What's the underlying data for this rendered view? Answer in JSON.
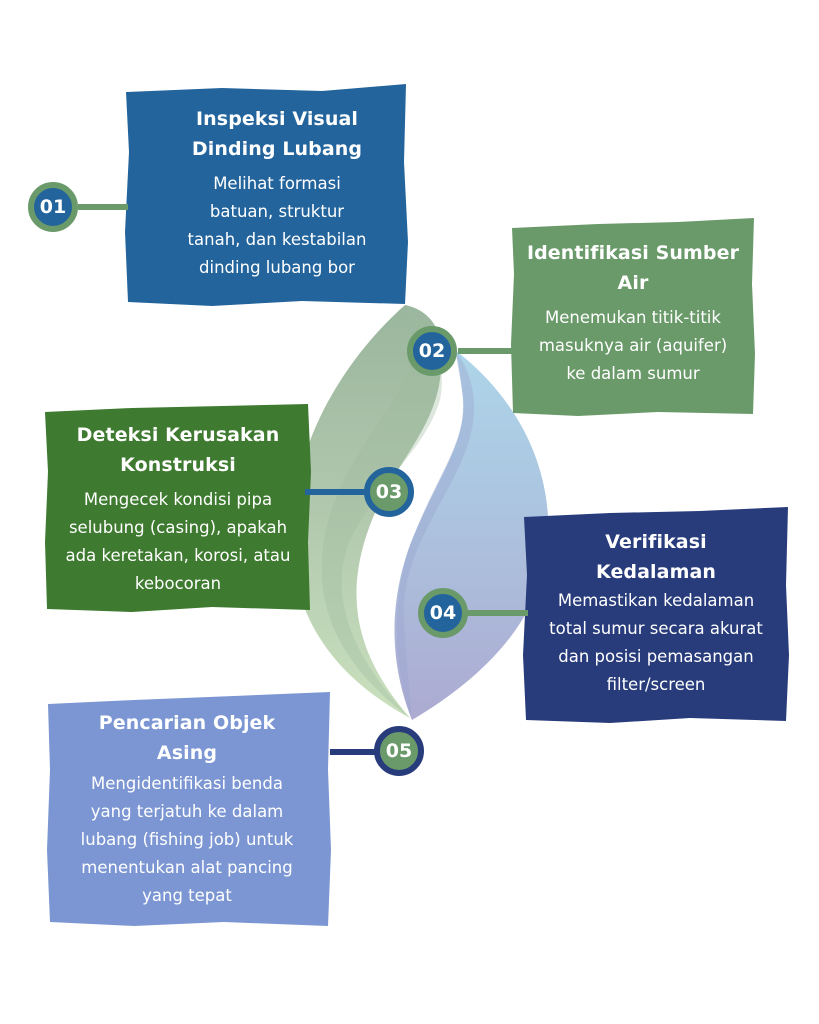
{
  "steps": [
    {
      "number": "01",
      "title": "Inspeksi Visual Dinding Lubang",
      "title_lines": [
        "Inspeksi Visual",
        "Dinding Lubang"
      ],
      "description": "Melihat formasi batuan, struktur tanah, dan kestabilan dinding lubang bor",
      "desc_lines": [
        "Melihat formasi",
        "batuan, struktur",
        "tanah, dan kestabilan",
        "dinding lubang bor"
      ],
      "card_color": "#23649c",
      "badge_fill": "#23649c",
      "badge_ring": "#6a9a6a",
      "connector_color": "#6a9a6a"
    },
    {
      "number": "02",
      "title": "Identifikasi Sumber Air",
      "title_lines": [
        "Identifikasi Sumber",
        "Air"
      ],
      "description": "Menemukan titik-titik masuknya air (aquifer) ke dalam sumur",
      "desc_lines": [
        "Menemukan titik-titik",
        "masuknya air (aquifer)",
        "ke dalam sumur"
      ],
      "card_color": "#6a9a6a",
      "badge_fill": "#23649c",
      "badge_ring": "#6a9a6a",
      "connector_color": "#6a9a6a"
    },
    {
      "number": "03",
      "title": "Deteksi Kerusakan Konstruksi",
      "title_lines": [
        "Deteksi Kerusakan",
        "Konstruksi"
      ],
      "description": "Mengecek kondisi pipa selubung (casing), apakah ada keretakan, korosi, atau kebocoran",
      "desc_lines": [
        "Mengecek kondisi pipa",
        "selubung (casing), apakah",
        "ada keretakan, korosi, atau",
        "kebocoran"
      ],
      "card_color": "#3e7a2f",
      "badge_fill": "#6a9a6a",
      "badge_ring": "#23649c",
      "connector_color": "#23649c"
    },
    {
      "number": "04",
      "title": "Verifikasi Kedalaman",
      "title_lines": [
        "Verifikasi",
        "Kedalaman"
      ],
      "description": "Memastikan kedalaman total sumur secara akurat dan posisi pemasangan filter/screen",
      "desc_lines": [
        "Memastikan kedalaman",
        "total sumur secara akurat",
        "dan posisi pemasangan",
        "filter/screen"
      ],
      "card_color": "#283c7c",
      "badge_fill": "#23649c",
      "badge_ring": "#6a9a6a",
      "connector_color": "#6a9a6a"
    },
    {
      "number": "05",
      "title": "Pencarian Objek Asing",
      "title_lines": [
        "Pencarian Objek",
        "Asing"
      ],
      "description": "Mengidentifikasi benda yang terjatuh ke dalam lubang (fishing job) untuk menentukan alat pancing yang tepat",
      "desc_lines": [
        "Mengidentifikasi benda",
        "yang terjatuh ke dalam",
        "lubang (fishing job) untuk",
        "menentukan alat pancing",
        "yang tepat"
      ],
      "card_color": "#7b96d2",
      "badge_fill": "#6a9a6a",
      "badge_ring": "#283c7c",
      "connector_color": "#283c7c"
    }
  ]
}
